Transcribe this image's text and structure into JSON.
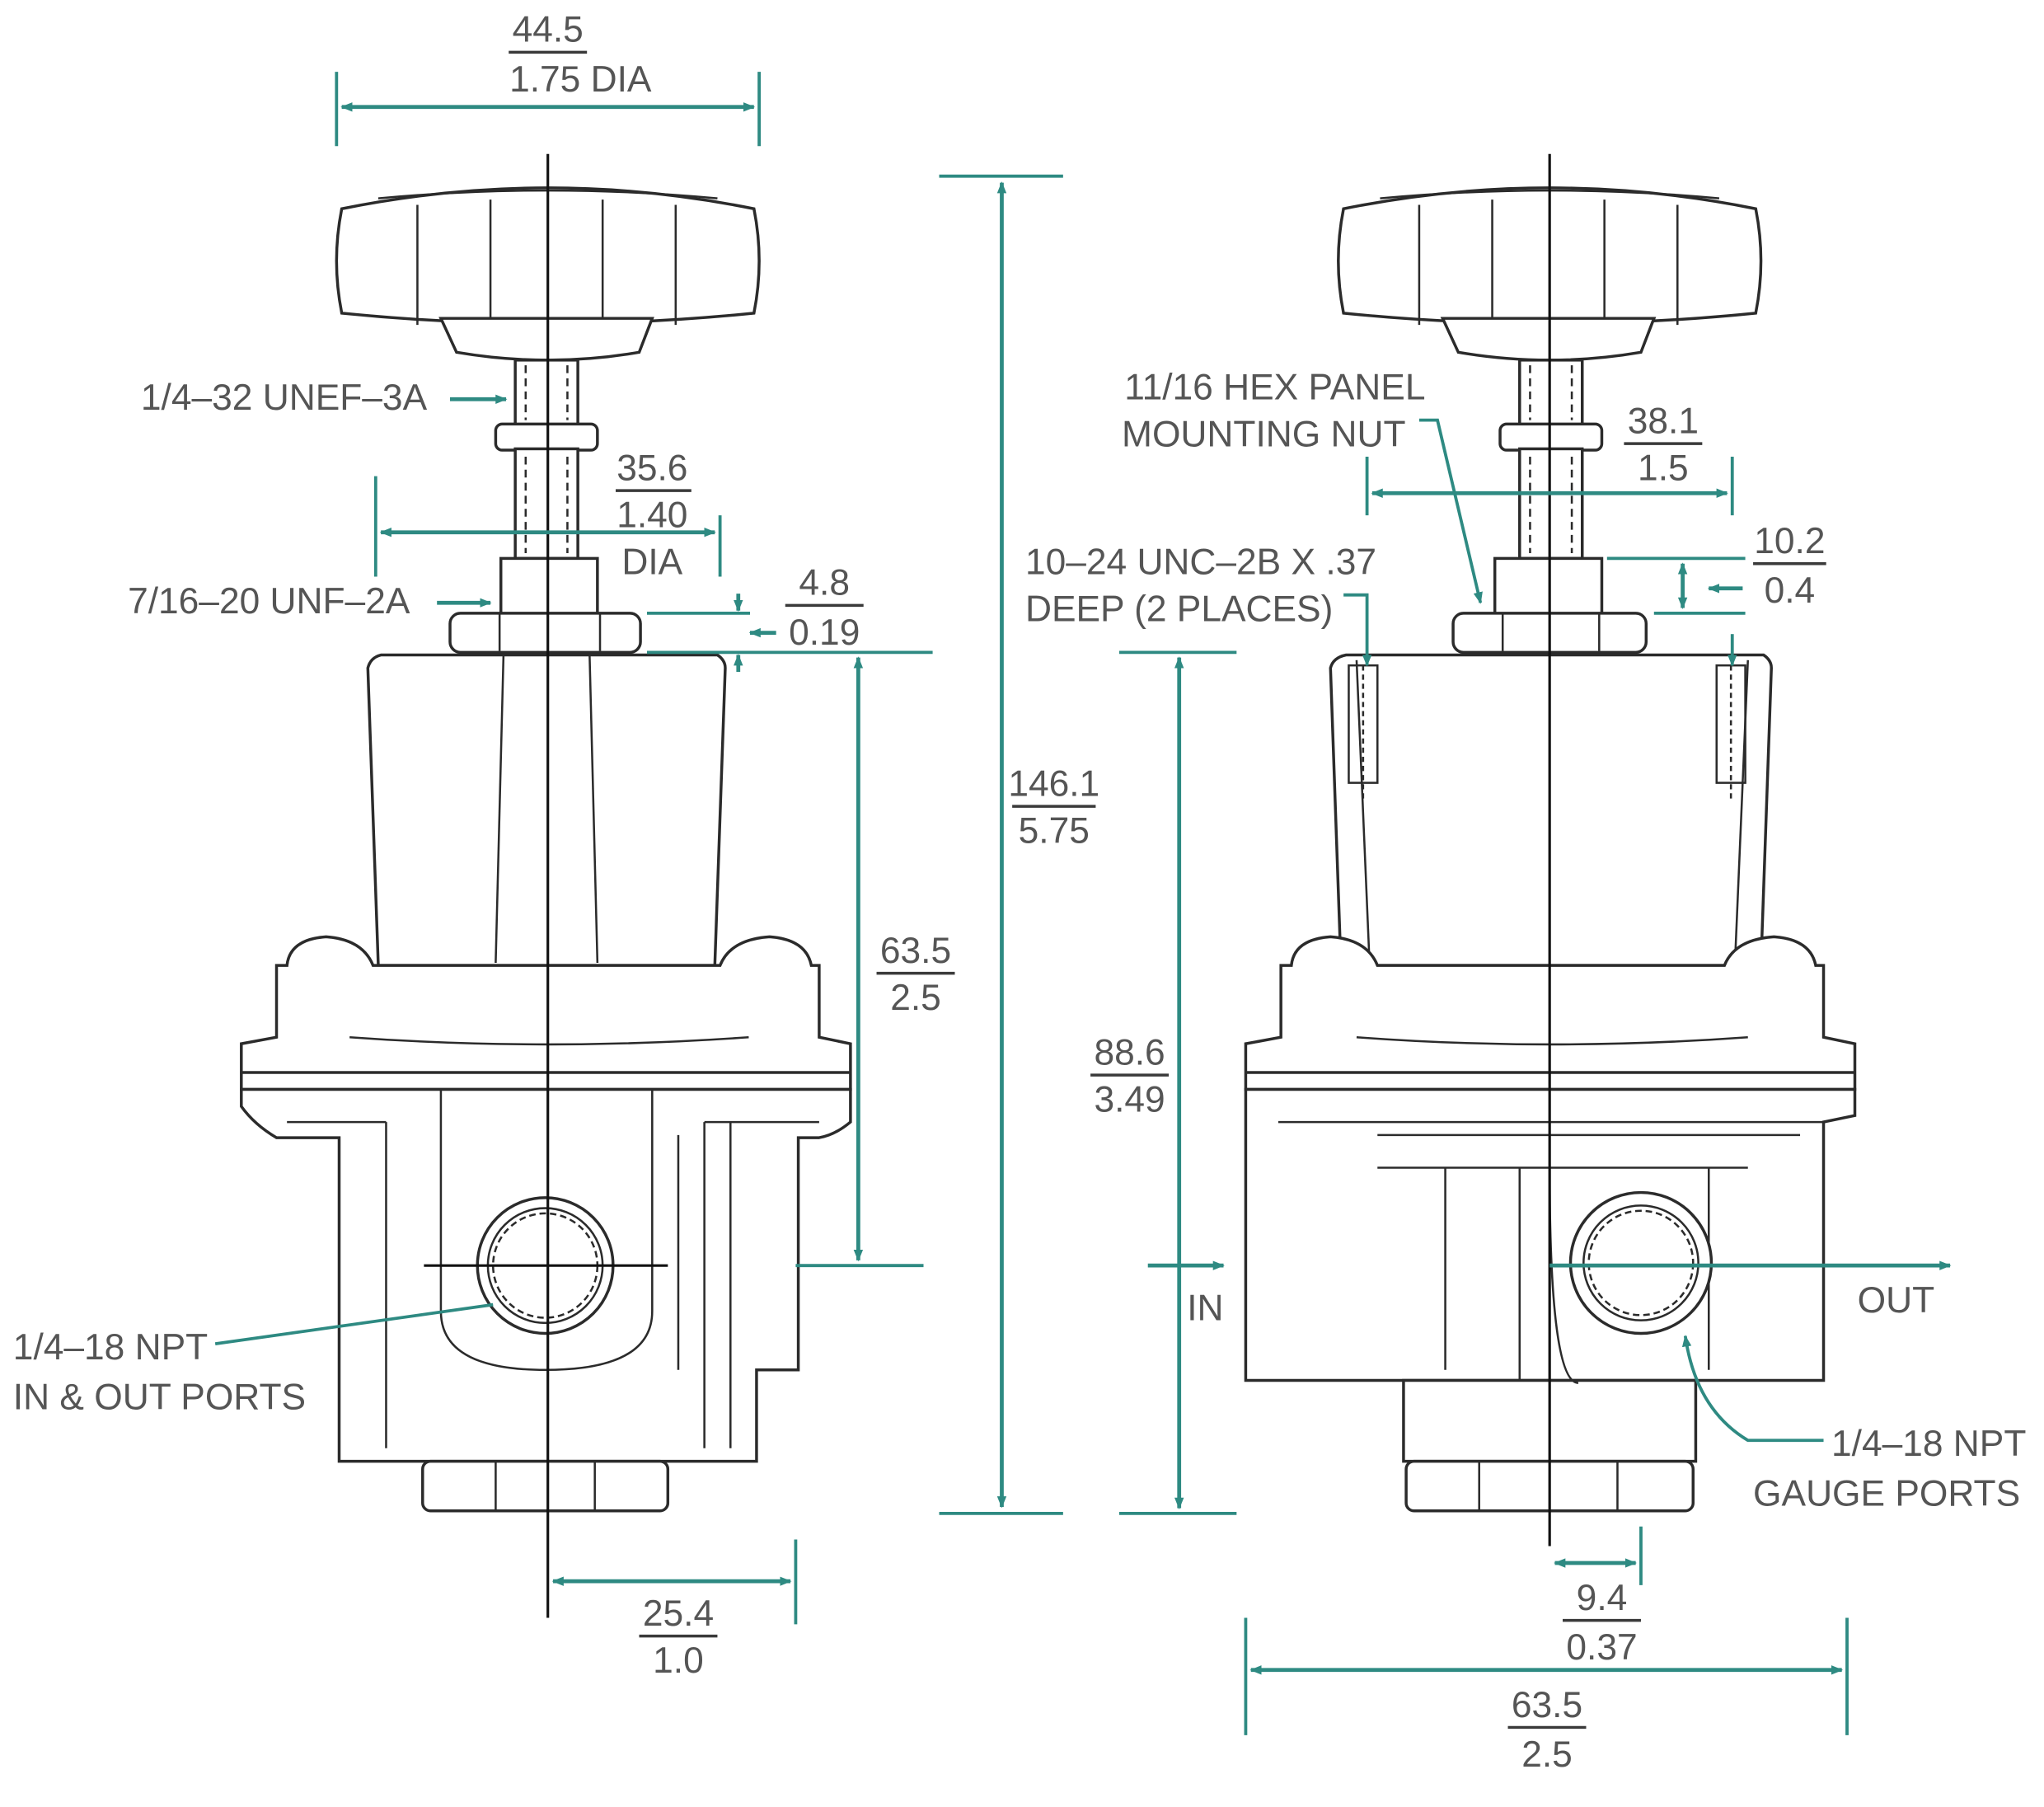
{
  "colors": {
    "dimension": "#2e8a82",
    "outline": "#2b2b2b",
    "text": "#555555",
    "background": "#ffffff"
  },
  "dimensions": {
    "knob_dia": {
      "mm": "44.5",
      "in": "1.75 DIA"
    },
    "stem_nut_dia_mm": "35.6",
    "stem_nut_dia_in": "1.40",
    "stem_nut_dia_suffix": "DIA",
    "nut_height": {
      "mm": "4.8",
      "in": "0.19"
    },
    "overall_height": {
      "mm": "146.1",
      "in": "5.75"
    },
    "body_to_port": {
      "mm": "63.5",
      "in": "2.5"
    },
    "port_offset": {
      "mm": "25.4",
      "in": "1.0"
    },
    "panel_mount_spacing": {
      "mm": "38.1",
      "in": "1.5"
    },
    "panel_nut_height": {
      "mm": "10.2",
      "in": "0.4"
    },
    "body_height": {
      "mm": "88.6",
      "in": "3.49"
    },
    "gauge_offset": {
      "mm": "9.4",
      "in": "0.37"
    },
    "overall_width": {
      "mm": "63.5",
      "in": "2.5"
    }
  },
  "labels": {
    "thread_stem": "1/4–32 UNEF–3A",
    "thread_bonnet": "7/16–20 UNF–2A",
    "in_out_ports_line1": "1/4–18 NPT",
    "in_out_ports_line2": "IN & OUT PORTS",
    "hex_nut_line1": "11/16 HEX PANEL",
    "hex_nut_line2": "MOUNTING NUT",
    "tapped_holes_line1": "10–24 UNC–2B X .37",
    "tapped_holes_line2": "DEEP (2 PLACES)",
    "inlet": "IN",
    "outlet": "OUT",
    "gauge_ports_line1": "1/4–18 NPT",
    "gauge_ports_line2": "GAUGE PORTS"
  }
}
